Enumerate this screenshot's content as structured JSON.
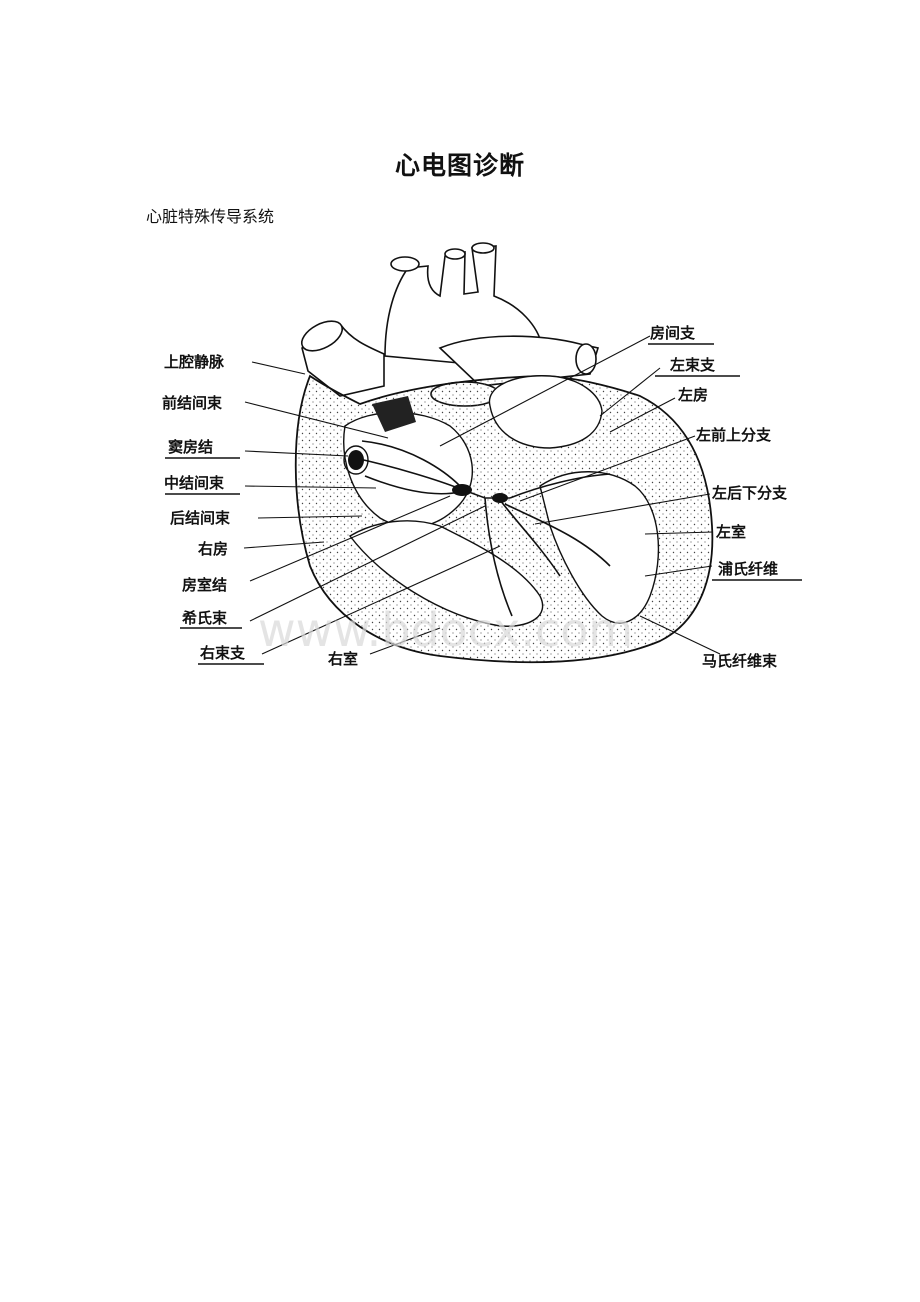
{
  "document": {
    "title": "心电图诊断",
    "subtitle": "心脏特殊传导系统"
  },
  "figure": {
    "watermark": "www.bdocx.com",
    "labels": {
      "shangqiangjingmai": "上腔静脉",
      "qianjiejianshu": "前结间束",
      "doufangjie": "窦房结",
      "zhongjiejianshu": "中结间束",
      "houjiejianshu": "后结间束",
      "youfang": "右房",
      "fangshijie": "房室结",
      "xishishu": "希氏束",
      "youshuzhi": "右束支",
      "youshi": "右室",
      "fangjianzhi": "房间支",
      "zuoshuzhi": "左束支",
      "zuofang": "左房",
      "zuoqianshangfenzhi": "左前上分支",
      "zuohouxiafenzhi": "左后下分支",
      "zuoshi": "左室",
      "pushixianwei": "浦氏纤维",
      "mashixianweishu": "马氏纤维束"
    }
  }
}
